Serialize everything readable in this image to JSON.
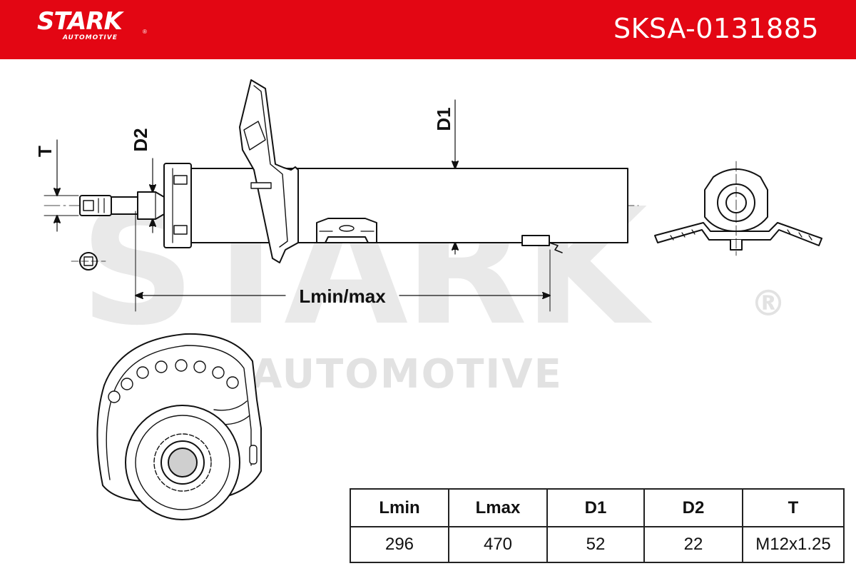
{
  "header": {
    "brand": "STARK",
    "brand_sub": "AUTOMOTIVE",
    "registered": "®",
    "part_number": "SKSA-0131885",
    "color": "#e30613"
  },
  "watermark": {
    "brand": "STARK",
    "sub": "AUTOMOTIVE",
    "registered": "®"
  },
  "drawing": {
    "label_t": "T",
    "label_d2": "D2",
    "label_d1": "D1",
    "label_length": "Lmin/max"
  },
  "specs": {
    "headers": [
      "Lmin",
      "Lmax",
      "D1",
      "D2",
      "T"
    ],
    "values": [
      "296",
      "470",
      "52",
      "22",
      "M12x1.25"
    ]
  }
}
